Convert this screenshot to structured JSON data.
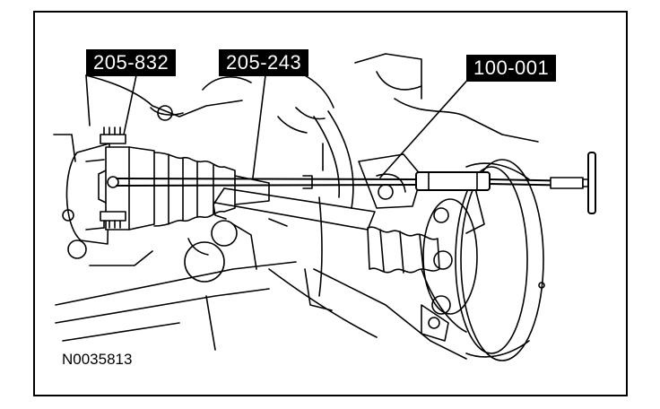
{
  "figure": {
    "callouts": [
      {
        "label": "205-832"
      },
      {
        "label": "205-243"
      },
      {
        "label": "100-001"
      }
    ],
    "reference_code": "N0035813"
  },
  "colors": {
    "line": "#000000",
    "background": "#ffffff",
    "callout_bg": "#000000",
    "callout_text": "#ffffff"
  }
}
